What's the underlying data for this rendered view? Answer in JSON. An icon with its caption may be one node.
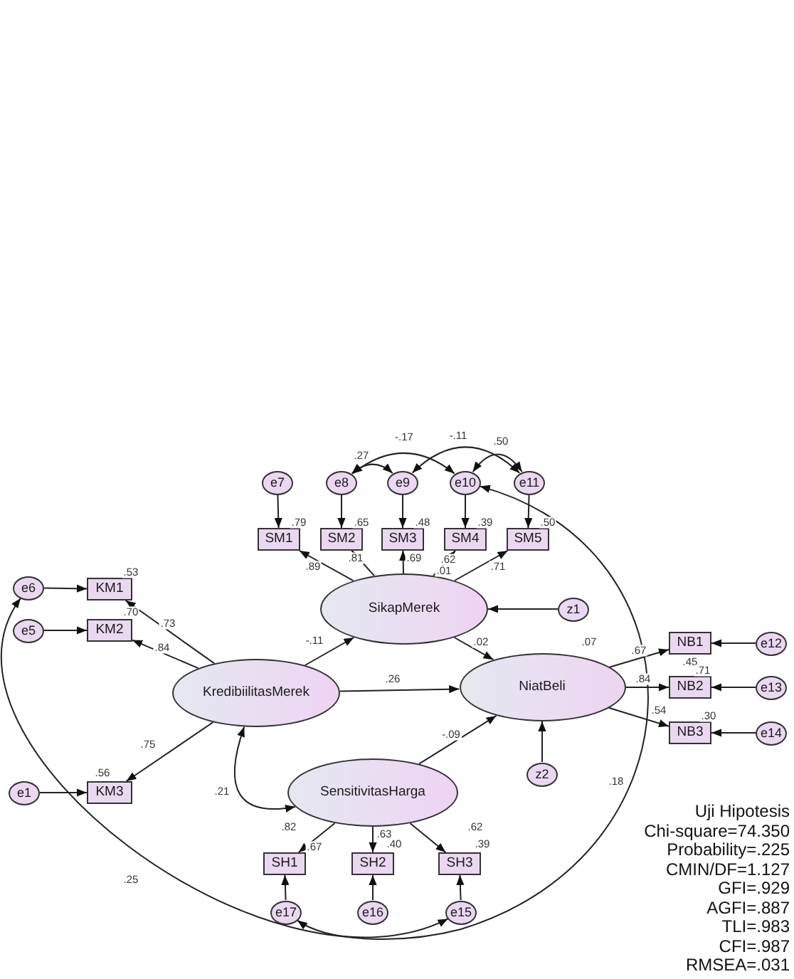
{
  "diagram": {
    "nodes": [
      {
        "text": [
          "e7"
        ]
      },
      {
        "text": [
          "e8"
        ]
      },
      {
        "text": [
          "e9"
        ]
      },
      {
        "text": [
          "e10"
        ]
      },
      {
        "text": [
          "e11"
        ]
      },
      {
        "text": [
          "SM1"
        ],
        "beside": [
          ".79"
        ]
      },
      {
        "text": [
          "SM2"
        ],
        "beside": [
          ".65"
        ]
      },
      {
        "text": [
          "SM3"
        ],
        "beside": [
          ".48"
        ]
      },
      {
        "text": [
          "SM4"
        ],
        "beside": [
          ".39"
        ]
      },
      {
        "text": [
          "SM5"
        ],
        "beside": [
          ".50"
        ]
      },
      {
        "text": [
          "e6"
        ]
      },
      {
        "text": [
          "KM1"
        ],
        "beside": [
          ".53"
        ]
      },
      {
        "text": [
          "z1"
        ]
      },
      {
        "text": [
          "SikapMerek"
        ],
        "beside": [
          ".01"
        ]
      },
      {
        "text": [
          "e5"
        ]
      },
      {
        "text": [
          "KM2"
        ],
        "beside": [
          ".70"
        ]
      },
      {
        "text": [
          "NB1"
        ],
        "beside": [
          ".45"
        ]
      },
      {
        "text": [
          "e12"
        ]
      },
      {
        "text": [
          "KredibiilitasMerek"
        ]
      },
      {
        "text": [
          "NiatBeli"
        ],
        "beside": [
          ".07"
        ]
      },
      {
        "text": [
          "NB2"
        ],
        "beside": [
          ".71"
        ]
      },
      {
        "text": [
          "e13"
        ]
      },
      {
        "text": [
          "NB3"
        ],
        "beside": [
          ".30"
        ]
      },
      {
        "text": [
          "e14"
        ]
      },
      {
        "text": [
          "z2"
        ]
      },
      {
        "text": [
          "e1"
        ]
      },
      {
        "text": [
          "KM3"
        ],
        "beside": [
          ".56"
        ]
      },
      {
        "text": [
          "SensitivitasHarga"
        ]
      },
      {
        "text": [
          "SH1"
        ],
        "beside": [
          ".67"
        ]
      },
      {
        "text": [
          "SH2"
        ],
        "beside": [
          ".40"
        ]
      },
      {
        "text": [
          "SH3"
        ],
        "beside": [
          ".39"
        ]
      },
      {
        "text": [
          "e17"
        ]
      },
      {
        "text": [
          "e16"
        ]
      },
      {
        "text": [
          "e15"
        ]
      }
    ],
    "edges": [
      {
        "from": 0,
        "to": 5,
        "arrow": "to"
      },
      {
        "from": 1,
        "to": 6,
        "arrow": "to"
      },
      {
        "from": 2,
        "to": 7,
        "arrow": "to"
      },
      {
        "from": 3,
        "to": 8,
        "arrow": "to"
      },
      {
        "from": 4,
        "to": 9,
        "arrow": "to"
      },
      {
        "from": 1,
        "to": 3,
        "arrow": "both",
        "label": "-.17"
      },
      {
        "from": 1,
        "to": 2,
        "arrow": "both",
        "label": ".27"
      },
      {
        "from": 2,
        "to": 4,
        "arrow": "both",
        "label": "-.11"
      },
      {
        "from": 3,
        "to": 4,
        "arrow": "both",
        "label": ".50"
      },
      {
        "from": 13,
        "to": 5,
        "arrow": "to",
        "label": ".89"
      },
      {
        "from": 13,
        "to": 6,
        "arrow": "to",
        "label": ".81"
      },
      {
        "from": 13,
        "to": 7,
        "arrow": "to",
        "label": ".69"
      },
      {
        "from": 13,
        "to": 8,
        "arrow": "to",
        "label": ".62"
      },
      {
        "from": 13,
        "to": 9,
        "arrow": "to",
        "label": ".71"
      },
      {
        "from": 10,
        "to": 11,
        "arrow": "to"
      },
      {
        "from": 14,
        "to": 15,
        "arrow": "to"
      },
      {
        "from": 25,
        "to": 26,
        "arrow": "to"
      },
      {
        "from": 18,
        "to": 11,
        "arrow": "to",
        "label": ".73"
      },
      {
        "from": 18,
        "to": 15,
        "arrow": "to",
        "label": ".84"
      },
      {
        "from": 18,
        "to": 26,
        "arrow": "to",
        "label": ".75"
      },
      {
        "from": 18,
        "to": 13,
        "arrow": "to",
        "label": "-.11"
      },
      {
        "from": 18,
        "to": 19,
        "arrow": "to",
        "label": ".26"
      },
      {
        "from": 13,
        "to": 19,
        "arrow": "to",
        "label": ".02"
      },
      {
        "from": 12,
        "to": 13,
        "arrow": "to"
      },
      {
        "from": 27,
        "to": 19,
        "arrow": "to",
        "label": "-.09"
      },
      {
        "from": 24,
        "to": 19,
        "arrow": "to"
      },
      {
        "from": 19,
        "to": 16,
        "arrow": "to",
        "label": ".67"
      },
      {
        "from": 19,
        "to": 20,
        "arrow": "to",
        "label": ".84"
      },
      {
        "from": 19,
        "to": 22,
        "arrow": "to",
        "label": ".54"
      },
      {
        "from": 17,
        "to": 16,
        "arrow": "to"
      },
      {
        "from": 21,
        "to": 20,
        "arrow": "to"
      },
      {
        "from": 23,
        "to": 22,
        "arrow": "to"
      },
      {
        "from": 18,
        "to": 27,
        "arrow": "both",
        "label": ".21"
      },
      {
        "from": 27,
        "to": 28,
        "arrow": "to",
        "label": ".82"
      },
      {
        "from": 27,
        "to": 29,
        "arrow": "to",
        "label": ".63"
      },
      {
        "from": 27,
        "to": 30,
        "arrow": "to",
        "label": ".62"
      },
      {
        "from": 31,
        "to": 28,
        "arrow": "to"
      },
      {
        "from": 32,
        "to": 29,
        "arrow": "to"
      },
      {
        "from": 33,
        "to": 30,
        "arrow": "to"
      },
      {
        "from": 31,
        "to": 3,
        "arrow": "both",
        "label": ".18"
      },
      {
        "from": 10,
        "to": 33,
        "arrow": "both",
        "label": ".25"
      }
    ],
    "labels": [
      "Uji Hipotesis",
      "Chi-square=74.350",
      "Probability=.225",
      "CMIN/DF=1.127",
      "GFI=.929",
      "AGFI=.887",
      "TLI=.983",
      "CFI=.987",
      "RMSEA=.031"
    ]
  }
}
